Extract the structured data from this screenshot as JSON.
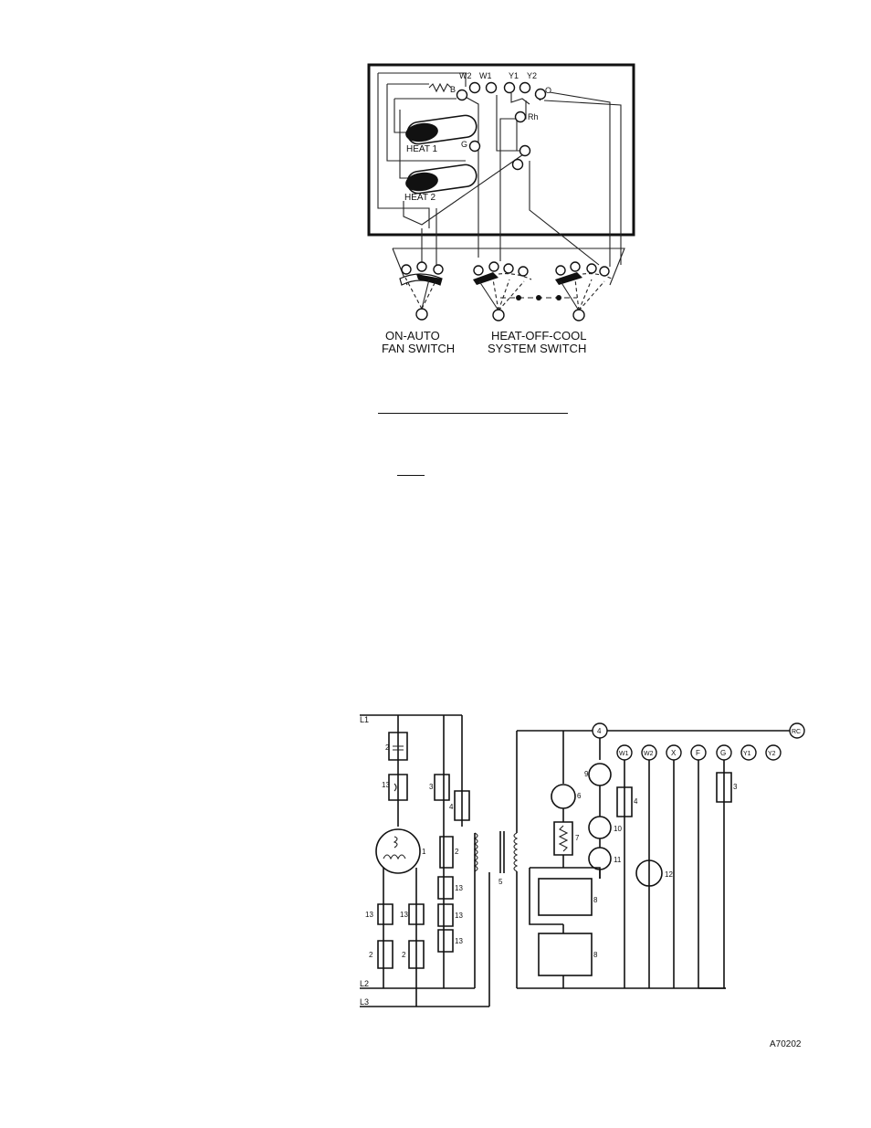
{
  "figure_top": {
    "terminals": [
      "W2",
      "W1",
      "Y1",
      "Y2",
      "O",
      "B",
      "Rh",
      "G"
    ],
    "bulbs": [
      "HEAT 1",
      "HEAT 2"
    ],
    "switches": [
      {
        "line1": "ON-AUTO",
        "line2": "FAN SWITCH"
      },
      {
        "line1": "HEAT-OFF-COOL",
        "line2": "SYSTEM SWITCH"
      }
    ]
  },
  "figure_bottom": {
    "lines": [
      "L1",
      "L2",
      "L3"
    ],
    "terminals": [
      "4",
      "W1",
      "W2",
      "X",
      "F",
      "G",
      "Y1",
      "Y2",
      "RC"
    ],
    "component_numbers": [
      "1",
      "2",
      "3",
      "4",
      "5",
      "6",
      "7",
      "8",
      "9",
      "10",
      "11",
      "12",
      "13"
    ],
    "code": "A70202"
  }
}
